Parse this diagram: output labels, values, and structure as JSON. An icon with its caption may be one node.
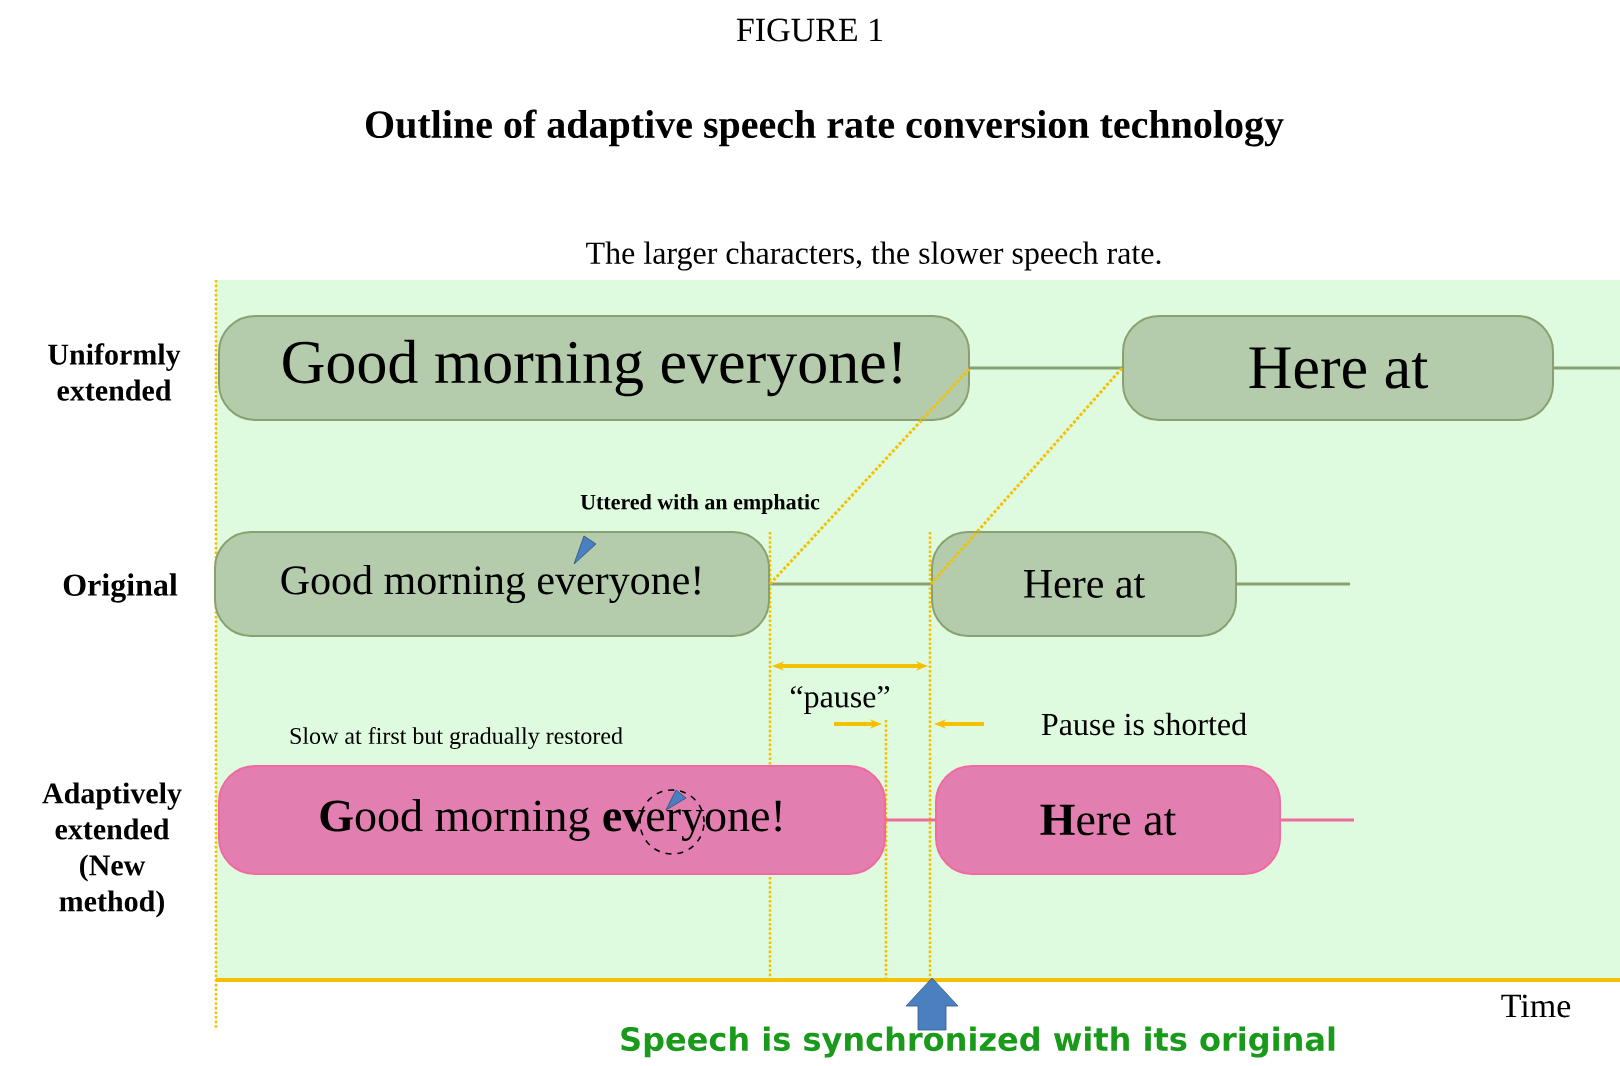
{
  "diagram": {
    "title": "Outline of adaptive speech rate conversion technology",
    "nodes": [
      {
        "text": [
          "Good morning everyone!"
        ]
      },
      {
        "text": [
          "Here at"
        ]
      },
      {
        "text": [
          "Good morning everyone!"
        ]
      },
      {
        "text": [
          "Here at"
        ]
      },
      {
        "text": [
          "**G**ood morning **ev**eryone!"
        ]
      },
      {
        "text": [
          "**H**ere at"
        ]
      }
    ],
    "edges": [
      {
        "from": 0,
        "to": 1,
        "arrow": "none"
      },
      {
        "from": 1,
        "to": null,
        "arrow": "none"
      },
      {
        "from": 2,
        "to": 3,
        "arrow": "none"
      },
      {
        "from": 3,
        "to": null,
        "arrow": "none"
      },
      {
        "from": 4,
        "to": 5,
        "arrow": "none",
        "color": "#f06aa0"
      },
      {
        "from": 5,
        "to": null,
        "arrow": "none",
        "color": "#f06aa0"
      },
      {
        "from": 2,
        "to": 0,
        "arrow": "none",
        "style": "dashed",
        "color": "#f5c000"
      },
      {
        "from": 3,
        "to": 1,
        "arrow": "none",
        "style": "dashed",
        "color": "#f5c000"
      }
    ],
    "labels": [
      "FIGURE 1",
      "The larger characters, the slower speech rate.",
      "Uniformly extended",
      "Uttered with an emphatic",
      "Original",
      "“pause”",
      "Pause is shorted",
      "Slow at first but gradually restored",
      "Adaptively extended (New method)",
      "Time",
      "Speech is synchronized with its original"
    ]
  }
}
